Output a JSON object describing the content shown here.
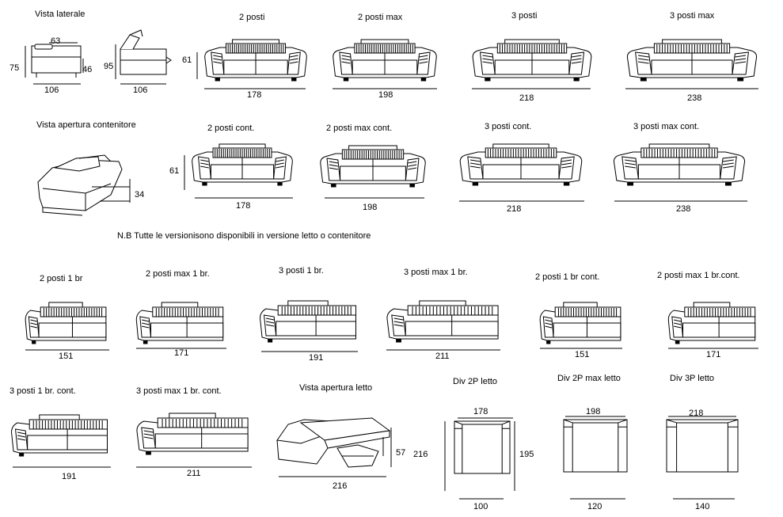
{
  "row1": {
    "side_title": "Vista laterale",
    "side_dims": [
      "63",
      "75",
      "46",
      "106",
      "95",
      "106"
    ],
    "sofas": [
      {
        "label": "2 posti",
        "width": "178"
      },
      {
        "label": "2 posti max",
        "width": "198"
      },
      {
        "label": "3 posti",
        "width": "218"
      },
      {
        "label": "3 posti max",
        "width": "238"
      }
    ],
    "height": "61"
  },
  "row2": {
    "title": "Vista apertura contenitore",
    "depth": "34",
    "sofas": [
      {
        "label": "2 posti  cont.",
        "width": "178"
      },
      {
        "label": "2 posti max cont.",
        "width": "198"
      },
      {
        "label": "3 posti cont.",
        "width": "218"
      },
      {
        "label": "3 posti max cont.",
        "width": "238"
      }
    ],
    "height": "61"
  },
  "note": "N.B Tutte le versionisono disponibili in versione letto o contenitore",
  "row3": {
    "sofas": [
      {
        "label": "2 posti 1 br",
        "width": "151"
      },
      {
        "label": "2 posti max 1 br.",
        "width": "171"
      },
      {
        "label": "3 posti 1 br.",
        "width": "191"
      },
      {
        "label": "3 posti max 1 br.",
        "width": "211"
      },
      {
        "label": "2 posti 1 br cont.",
        "width": "151"
      },
      {
        "label": "2 posti max 1 br.cont.",
        "width": "171"
      }
    ]
  },
  "row4": {
    "sofas": [
      {
        "label": "3 posti 1 br. cont.",
        "width": "191"
      },
      {
        "label": "3 posti max 1 br. cont.",
        "width": "211"
      }
    ],
    "bed_view": {
      "label": "Vista apertura letto",
      "height": "57",
      "length": "216",
      "width": "216"
    },
    "beds": [
      {
        "label": "Div 2P letto",
        "outer": "178",
        "inner": "100",
        "depth": "195"
      },
      {
        "label": "Div 2P max letto",
        "outer": "198",
        "inner": "120"
      },
      {
        "label": "Div 3P  letto",
        "outer": "218",
        "inner": "140"
      }
    ]
  }
}
